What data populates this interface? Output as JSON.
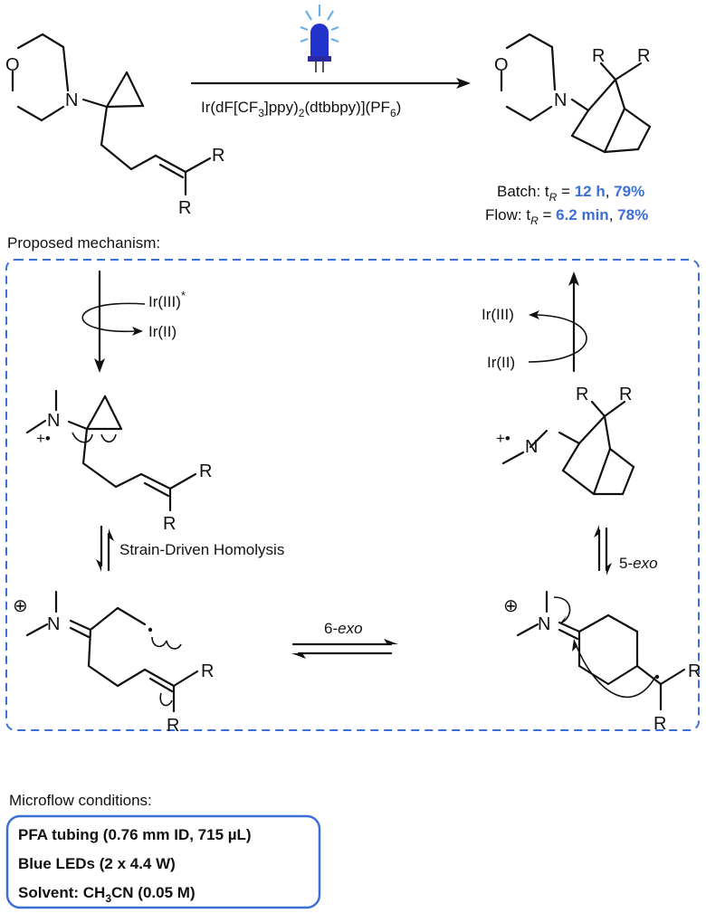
{
  "reaction": {
    "catalyst_prefix": "Ir(dF[CF",
    "catalyst_sub1": "3",
    "catalyst_mid": "]ppy)",
    "catalyst_sub2": "2",
    "catalyst_mid2": "(dtbbpy)](PF",
    "catalyst_sub3": "6",
    "catalyst_end": ")",
    "batch_label": "Batch: t",
    "batch_sub": "R",
    "batch_eq": " = ",
    "batch_time": "12 h",
    "batch_sep": ", ",
    "batch_yield": "79%",
    "flow_label": "Flow: t",
    "flow_sub": "R",
    "flow_eq": " = ",
    "flow_time": "6.2 min",
    "flow_sep": ", ",
    "flow_yield": "78%"
  },
  "atoms": {
    "O": "O",
    "N": "N",
    "R": "R",
    "plus_dot": "+•",
    "dot_plus": "•+",
    "oplus": "⊕"
  },
  "mechanism": {
    "title": "Proposed mechanism:",
    "ir3_star": "Ir(III)",
    "star": "*",
    "ir2": "Ir(II)",
    "ir3_out": "Ir(III)",
    "ir2_in": "Ir(II)",
    "homolysis": "Strain-Driven Homolysis",
    "six_exo_num": "6-",
    "six_exo_word": "exo",
    "five_exo_num": "5-",
    "five_exo_word": "exo"
  },
  "microflow": {
    "title": "Microflow conditions:",
    "line1": "PFA tubing (0.76 mm ID, 715 µL)",
    "line2": "Blue LEDs (2 x 4.4 W)",
    "line3_prefix": "Solvent: CH",
    "line3_sub": "3",
    "line3_suffix": "CN (0.05 M)"
  },
  "colors": {
    "accent": "#3d6fd8",
    "led": "#2233cc",
    "led_glow": "#6ab0e8"
  }
}
